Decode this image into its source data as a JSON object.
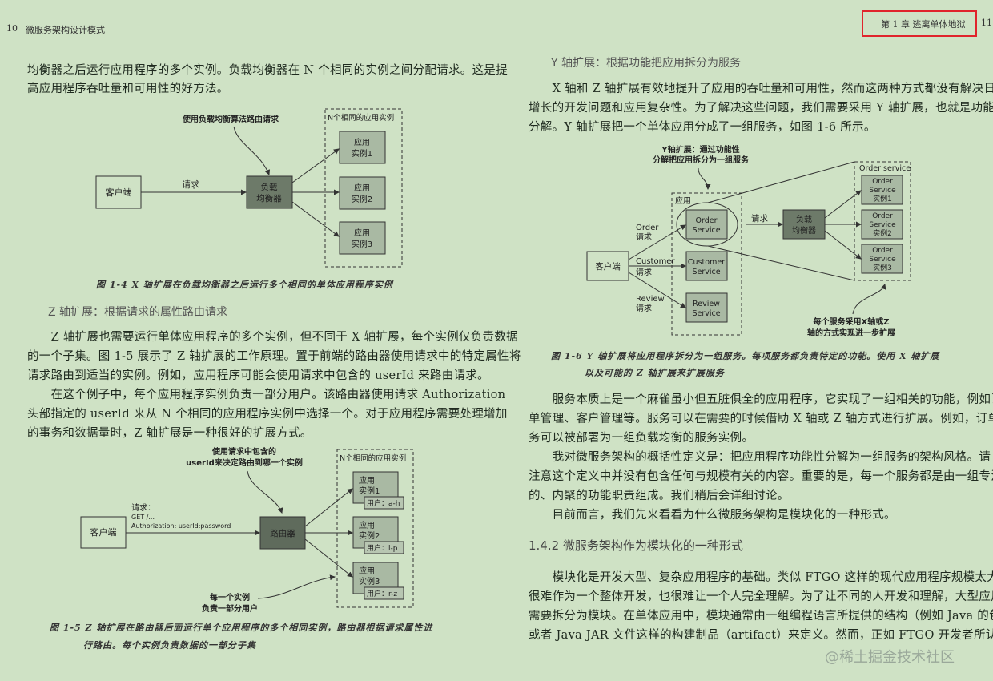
{
  "left_page": {
    "page_number": "10",
    "book_title": "微服务架构设计模式",
    "para1": [
      "均衡器之后运行应用程序的多个实例。负载均衡器在 N 个相同的实例之间分配请求。这是提",
      "高应用程序吞吐量和可用性的好方法。"
    ],
    "fig14": {
      "callout": "使用负载均衡算法路由请求",
      "group_label": "N个相同的应用实例",
      "client": "客户端",
      "request": "请求",
      "lb": [
        "负载",
        "均衡器"
      ],
      "instances": [
        [
          "应用",
          "实例1"
        ],
        [
          "应用",
          "实例2"
        ],
        [
          "应用",
          "实例3"
        ]
      ],
      "caption": "图 1-4   X 轴扩展在负载均衡器之后运行多个相同的单体应用程序实例"
    },
    "z_heading": "Z 轴扩展：根据请求的属性路由请求",
    "para2": [
      "　　Z 轴扩展也需要运行单体应用程序的多个实例，但不同于 X 轴扩展，每个实例仅负责数据",
      "的一个子集。图 1-5 展示了 Z 轴扩展的工作原理。置于前端的路由器使用请求中的特定属性将",
      "请求路由到适当的实例。例如，应用程序可能会使用请求中包含的 userId 来路由请求。",
      "　　在这个例子中，每个应用程序实例负责一部分用户。该路由器使用请求 Authorization",
      "头部指定的 userId 来从 N 个相同的应用程序实例中选择一个。对于应用程序需要处理增加",
      "的事务和数据量时，Z 轴扩展是一种很好的扩展方式。"
    ],
    "fig15": {
      "callout": [
        "使用请求中包含的",
        "userId来决定路由到哪一个实例"
      ],
      "group_label": "N个相同的应用实例",
      "client": "客户端",
      "request": [
        "请求：",
        "GET /...",
        "Authorization: userId:password"
      ],
      "router": "路由器",
      "instances": [
        [
          "应用",
          "实例1",
          "用户：a-h"
        ],
        [
          "应用",
          "实例2",
          "用户：i-p"
        ],
        [
          "应用",
          "实例3",
          "用户：r-z"
        ]
      ],
      "callout2": [
        "每一个实例",
        "负责一部分用户"
      ],
      "caption": [
        "图 1-5   Z 轴扩展在路由器后面运行单个应用程序的多个相同实例，路由器根据请求属性进",
        "行路由。每个实例负责数据的一部分子集"
      ]
    }
  },
  "right_page": {
    "page_number": "11",
    "chapter": "第 1 章   逃离单体地狱",
    "y_heading": "Y 轴扩展：根据功能把应用拆分为服务",
    "para1": [
      "　　X 轴和 Z 轴扩展有效地提升了应用的吞吐量和可用性，然而这两种方式都没有解决日益",
      "增长的开发问题和应用复杂性。为了解决这些问题，我们需要采用 Y 轴扩展，也就是功能性",
      "分解。Y 轴扩展把一个单体应用分成了一组服务，如图 1-6 所示。"
    ],
    "fig16": {
      "callout": [
        "Y轴扩展：通过功能性",
        "分解把应用拆分为一组服务"
      ],
      "app_label": "应用",
      "client": "客户端",
      "requests": [
        [
          "Order",
          "请求"
        ],
        [
          "Customer",
          "请求"
        ],
        [
          "Review",
          "请求"
        ]
      ],
      "services": [
        [
          "Order",
          "Service"
        ],
        [
          "Customer",
          "Service"
        ],
        [
          "Review",
          "Service"
        ]
      ],
      "request": "请求",
      "lb": [
        "负载",
        "均衡器"
      ],
      "group_label": "Order service",
      "instances": [
        [
          "Order",
          "Service",
          "实例1"
        ],
        [
          "Order",
          "Service",
          "实例2"
        ],
        [
          "Order",
          "Service",
          "实例3"
        ]
      ],
      "callout2": [
        "每个服务采用X轴或Z",
        "轴的方式实现进一步扩展"
      ],
      "caption": [
        "图 1-6   Y 轴扩展将应用程序拆分为一组服务。每项服务都负责特定的功能。使用 X 轴扩展",
        "以及可能的 Z 轴扩展来扩展服务"
      ]
    },
    "para2": [
      "　　服务本质上是一个麻雀虽小但五脏俱全的应用程序，它实现了一组相关的功能，例如订",
      "单管理、客户管理等。服务可以在需要的时候借助 X 轴或 Z 轴方式进行扩展。例如，订单服",
      "务可以被部署为一组负载均衡的服务实例。",
      "　　我对微服务架构的概括性定义是：把应用程序功能性分解为一组服务的架构风格。请",
      "注意这个定义中并没有包含任何与规模有关的内容。重要的是，每一个服务都是由一组专注",
      "的、内聚的功能职责组成。我们稍后会详细讨论。",
      "　　目前而言，我们先来看看为什么微服务架构是模块化的一种形式。"
    ],
    "section_heading": "1.4.2   微服务架构作为模块化的一种形式",
    "para3": [
      "　　模块化是开发大型、复杂应用程序的基础。类似 FTGO 这样的现代应用程序规模太大，",
      "很难作为一个整体开发，也很难让一个人完全理解。为了让不同的人开发和理解，大型应用",
      "需要拆分为模块。在单体应用中，模块通常由一组编程语言所提供的结构（例如 Java 的包），",
      "或者 Java JAR 文件这样的构建制品（artifact）来定义。然而，正如 FTGO 开发者所认识到"
    ],
    "watermark": "@稀土掘金技术社区"
  },
  "colors": {
    "page_bg": "#cfe2c5",
    "box_light": "#a9b9a3",
    "box_dark": "#6d7a69",
    "highlight": "#e0242c"
  }
}
